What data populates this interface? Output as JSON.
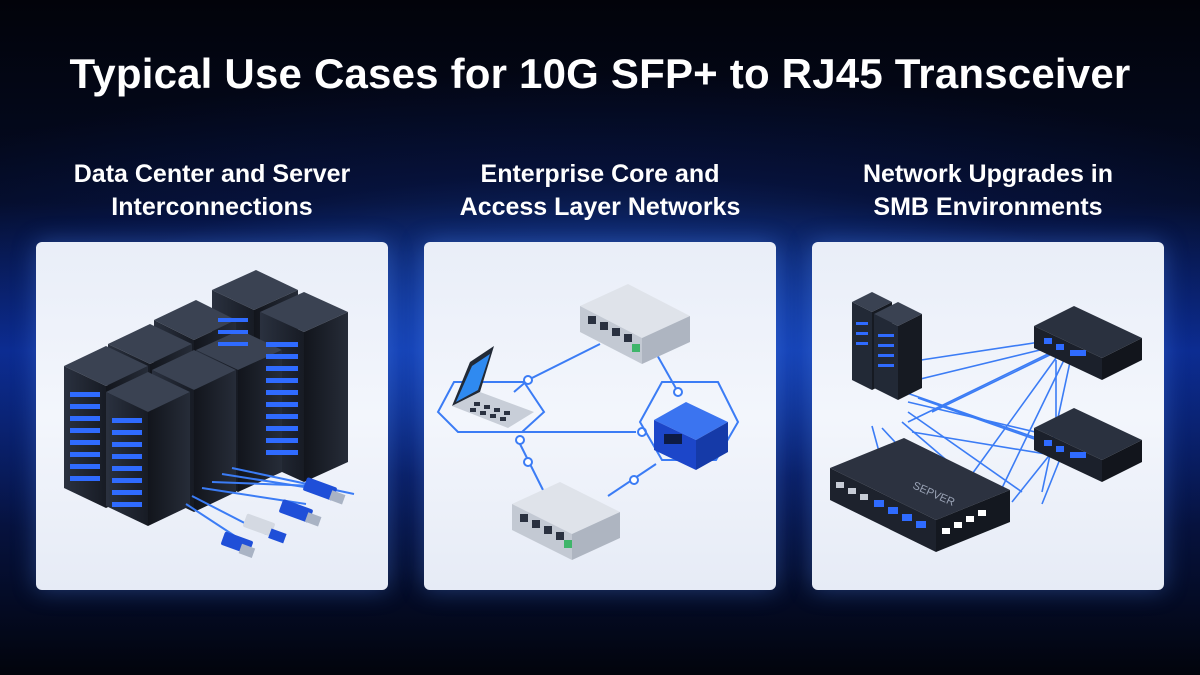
{
  "page": {
    "title": "Typical Use Cases for 10G SFP+ to RJ45 Transceiver"
  },
  "use_cases": [
    {
      "title_line1": "Data Center and Server",
      "title_line2": "Interconnections"
    },
    {
      "title_line1": "Enterprise Core and",
      "title_line2": "Access Layer Networks"
    },
    {
      "title_line1": "Network Upgrades in",
      "title_line2": "SMB Environments"
    }
  ],
  "illustrations": {
    "switch_brand_text": "SEPVER"
  },
  "colors": {
    "accent_blue": "#2f6bff",
    "link_blue": "#3b7cf5",
    "rack_dark": "#1e2430"
  }
}
